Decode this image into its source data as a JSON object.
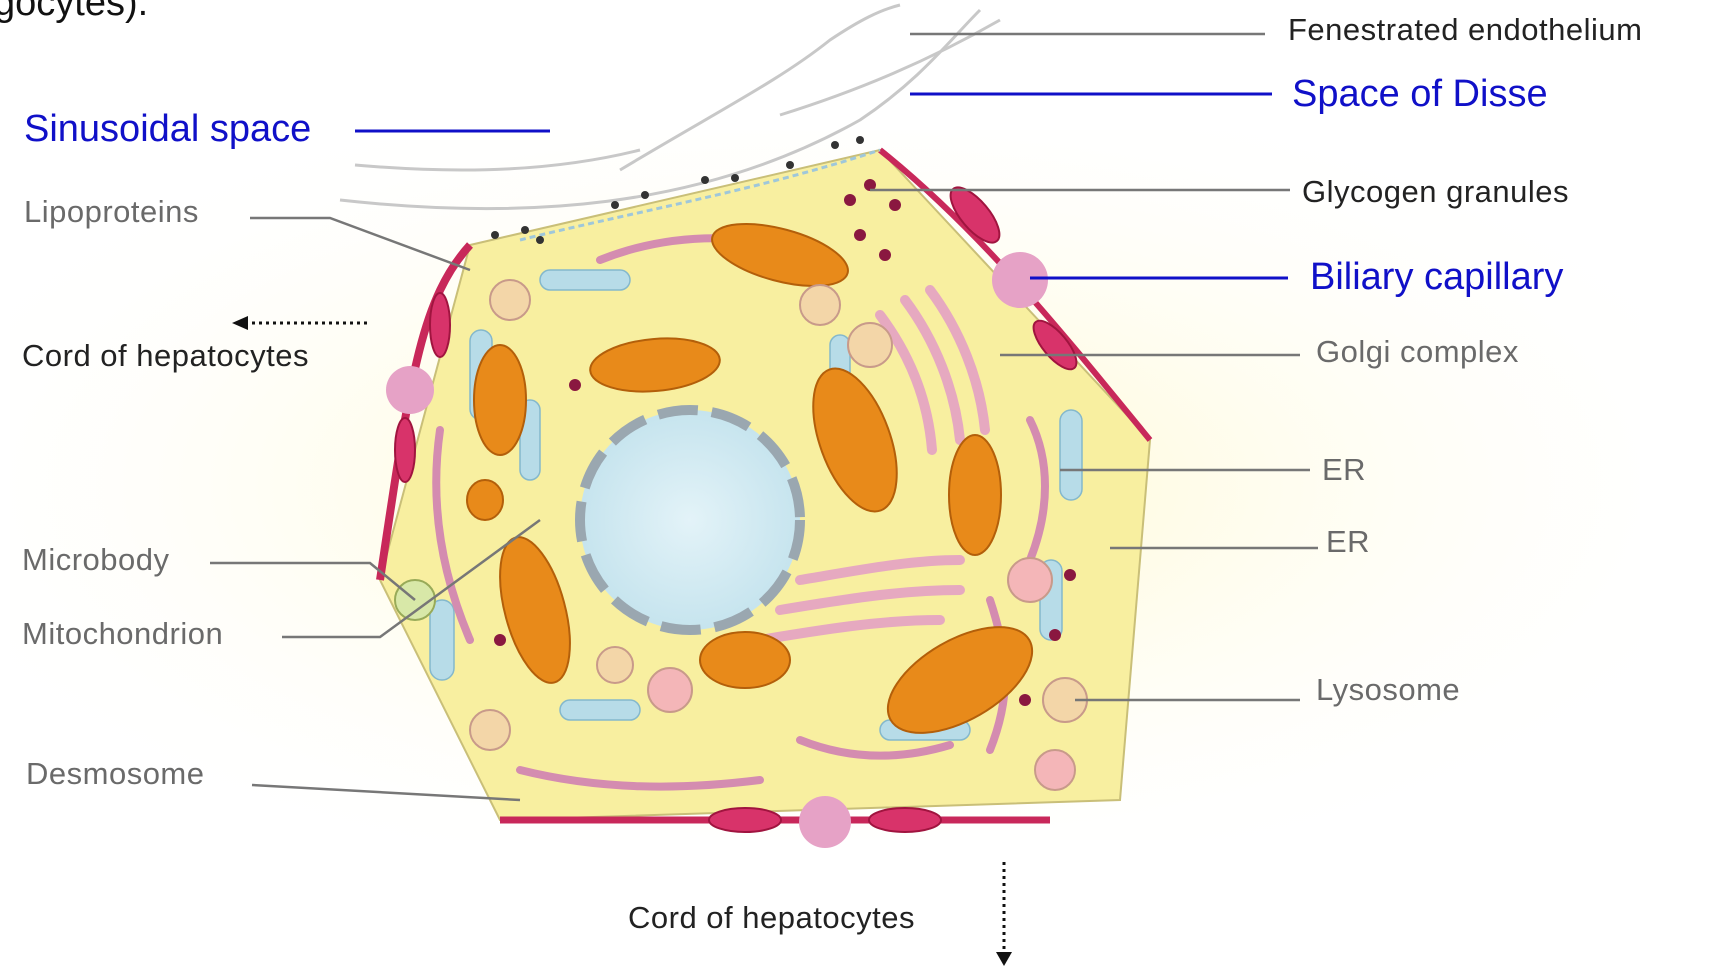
{
  "header": {
    "cut_text": "gocytes)."
  },
  "labels": {
    "fenestrated_endothelium": "Fenestrated endothelium",
    "space_of_disse": "Space of Disse",
    "sinusoidal_space": "Sinusoidal space",
    "lipoproteins": "Lipoproteins",
    "glycogen_granules": "Glycogen granules",
    "biliary_capillary": "Biliary capillary",
    "cord_left": "Cord of hepatocytes",
    "golgi_complex": "Golgi complex",
    "er_1": "ER",
    "er_2": "ER",
    "microbody": "Microbody",
    "mitochondrion": "Mitochondrion",
    "lysosome": "Lysosome",
    "desmosome": "Desmosome",
    "cord_bottom": "Cord of hepatocytes"
  },
  "colors": {
    "highlight_label": "#1010c8",
    "plain_label": "#6a6a6a",
    "cytoplasm": "#f8efa0",
    "mitochondria": "#e88a1a",
    "nucleus": "#d6ecf4",
    "junctions": "#c8285a"
  }
}
